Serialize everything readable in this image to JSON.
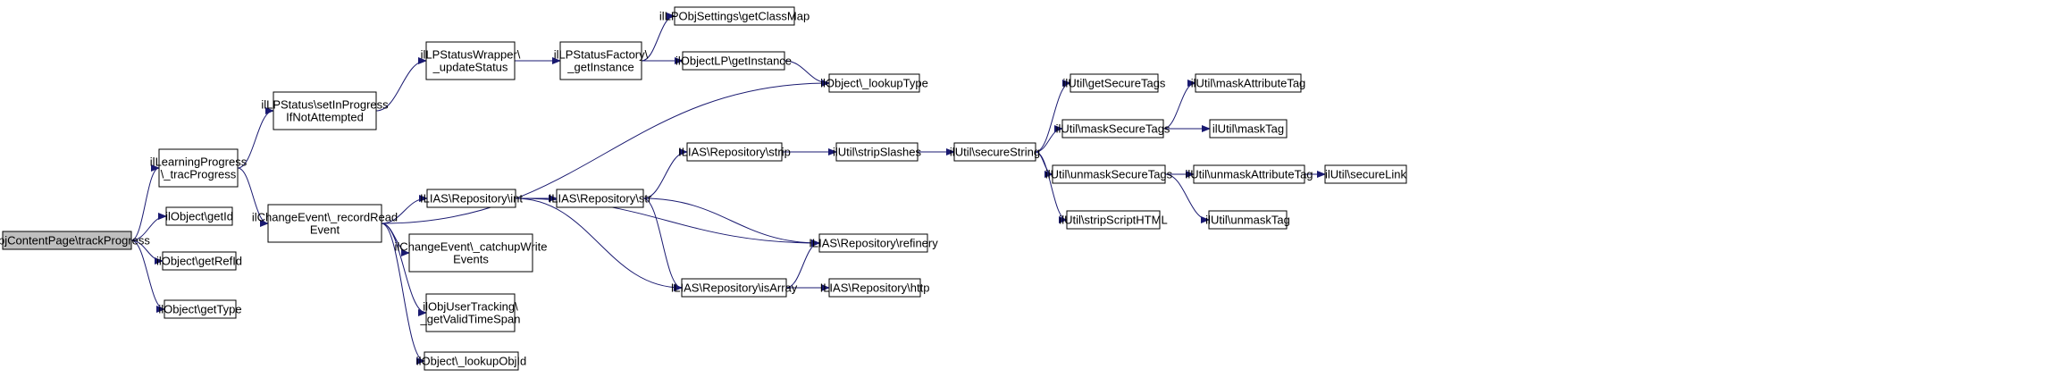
{
  "colors": {
    "edge": "#191970",
    "node_border": "#000000",
    "node_fill": "#ffffff",
    "root_fill": "#bfbfbf",
    "text": "#000000"
  },
  "nodes": [
    {
      "id": "root",
      "lines": [
        "ilObjContentPage\\trackProgress"
      ],
      "root": true
    },
    {
      "id": "trac",
      "lines": [
        "ilLearningProgress",
        "\\_tracProgress"
      ]
    },
    {
      "id": "getId",
      "lines": [
        "ilObject\\getId"
      ]
    },
    {
      "id": "getRefId",
      "lines": [
        "ilObject\\getRefId"
      ]
    },
    {
      "id": "getType",
      "lines": [
        "ilObject\\getType"
      ]
    },
    {
      "id": "setInProg",
      "lines": [
        "ilLPStatus\\setInProgress",
        "IfNotAttempted"
      ]
    },
    {
      "id": "recordRead",
      "lines": [
        "ilChangeEvent\\_recordRead",
        "Event"
      ]
    },
    {
      "id": "wrapper",
      "lines": [
        "ilLPStatusWrapper\\",
        "_updateStatus"
      ]
    },
    {
      "id": "factory",
      "lines": [
        "ilLPStatusFactory\\",
        "_getInstance"
      ]
    },
    {
      "id": "classMap",
      "lines": [
        "ilLPObjSettings\\getClassMap"
      ]
    },
    {
      "id": "objectLP",
      "lines": [
        "ilObjectLP\\getInstance"
      ]
    },
    {
      "id": "lookupType",
      "lines": [
        "ilObject\\_lookupType"
      ]
    },
    {
      "id": "repoInt",
      "lines": [
        "ILIAS\\Repository\\int"
      ]
    },
    {
      "id": "catchup",
      "lines": [
        "ilChangeEvent\\_catchupWrite",
        "Events"
      ]
    },
    {
      "id": "userTracking",
      "lines": [
        "ilObjUserTracking\\",
        "_getValidTimeSpan"
      ]
    },
    {
      "id": "lookupObjId",
      "lines": [
        "ilObject\\_lookupObjId"
      ]
    },
    {
      "id": "repoStr",
      "lines": [
        "ILIAS\\Repository\\str"
      ]
    },
    {
      "id": "repoStrip",
      "lines": [
        "ILIAS\\Repository\\strip"
      ]
    },
    {
      "id": "repoIsArray",
      "lines": [
        "ILIAS\\Repository\\isArray"
      ]
    },
    {
      "id": "repoRefinery",
      "lines": [
        "ILIAS\\Repository\\refinery"
      ]
    },
    {
      "id": "repoHttp",
      "lines": [
        "ILIAS\\Repository\\http"
      ]
    },
    {
      "id": "stripSlashes",
      "lines": [
        "ilUtil\\stripSlashes"
      ]
    },
    {
      "id": "secureString",
      "lines": [
        "ilUtil\\secureString"
      ]
    },
    {
      "id": "getSecureTags",
      "lines": [
        "ilUtil\\getSecureTags"
      ]
    },
    {
      "id": "maskSecureTags",
      "lines": [
        "ilUtil\\maskSecureTags"
      ]
    },
    {
      "id": "unmaskSecureTags",
      "lines": [
        "ilUtil\\unmaskSecureTags"
      ]
    },
    {
      "id": "stripScriptHTML",
      "lines": [
        "ilUtil\\stripScriptHTML"
      ]
    },
    {
      "id": "maskAttributeTag",
      "lines": [
        "ilUtil\\maskAttributeTag"
      ]
    },
    {
      "id": "maskTag",
      "lines": [
        "ilUtil\\maskTag"
      ]
    },
    {
      "id": "unmaskAttributeTag",
      "lines": [
        "ilUtil\\unmaskAttributeTag"
      ]
    },
    {
      "id": "unmaskTag",
      "lines": [
        "ilUtil\\unmaskTag"
      ]
    },
    {
      "id": "secureLink",
      "lines": [
        "ilUtil\\secureLink"
      ]
    }
  ],
  "edges": [
    [
      "root",
      "trac"
    ],
    [
      "root",
      "getId"
    ],
    [
      "root",
      "getRefId"
    ],
    [
      "root",
      "getType"
    ],
    [
      "trac",
      "setInProg"
    ],
    [
      "trac",
      "recordRead"
    ],
    [
      "setInProg",
      "wrapper"
    ],
    [
      "wrapper",
      "factory"
    ],
    [
      "factory",
      "classMap"
    ],
    [
      "factory",
      "objectLP"
    ],
    [
      "objectLP",
      "lookupType"
    ],
    [
      "recordRead",
      "lookupType"
    ],
    [
      "recordRead",
      "repoInt"
    ],
    [
      "recordRead",
      "catchup"
    ],
    [
      "recordRead",
      "userTracking"
    ],
    [
      "recordRead",
      "lookupObjId"
    ],
    [
      "repoInt",
      "repoStr"
    ],
    [
      "repoInt",
      "repoRefinery"
    ],
    [
      "repoInt",
      "repoIsArray"
    ],
    [
      "repoStr",
      "repoStrip"
    ],
    [
      "repoStr",
      "repoRefinery"
    ],
    [
      "repoStr",
      "repoIsArray"
    ],
    [
      "repoStrip",
      "stripSlashes"
    ],
    [
      "repoIsArray",
      "repoRefinery"
    ],
    [
      "repoIsArray",
      "repoHttp"
    ],
    [
      "stripSlashes",
      "secureString"
    ],
    [
      "secureString",
      "getSecureTags"
    ],
    [
      "secureString",
      "maskSecureTags"
    ],
    [
      "secureString",
      "unmaskSecureTags"
    ],
    [
      "secureString",
      "stripScriptHTML"
    ],
    [
      "maskSecureTags",
      "maskAttributeTag"
    ],
    [
      "maskSecureTags",
      "maskTag"
    ],
    [
      "unmaskSecureTags",
      "unmaskAttributeTag"
    ],
    [
      "unmaskSecureTags",
      "unmaskTag"
    ],
    [
      "unmaskAttributeTag",
      "secureLink"
    ]
  ]
}
